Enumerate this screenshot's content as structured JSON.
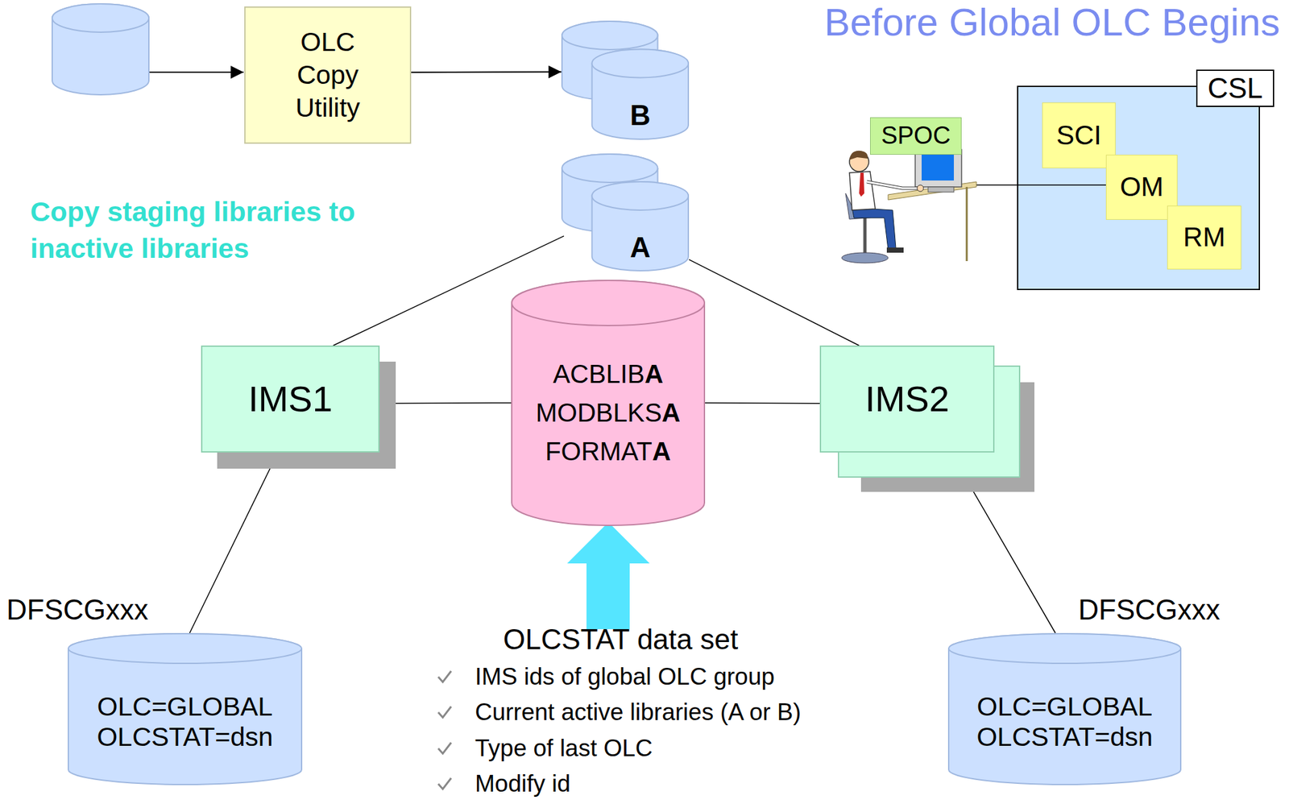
{
  "diagram": {
    "title": "Before Global OLC Begins",
    "nodes": [
      {
        "text": [
          "OLC Copy Utility"
        ]
      },
      {
        "text": [
          "B"
        ]
      },
      {
        "text": [
          "SPOC"
        ]
      },
      {
        "text": [
          "CSL"
        ]
      },
      {
        "text": [
          "SCI"
        ],
        "in": 3
      },
      {
        "text": [
          "OM"
        ],
        "in": 3
      },
      {
        "text": [
          "RM"
        ],
        "in": 3
      },
      {
        "text": [
          "A"
        ]
      },
      {
        "text": [
          "IMS1"
        ]
      },
      {
        "text": [
          "ACBLIBA",
          "MODBLKSA",
          "FORMATA"
        ]
      },
      {
        "text": [
          "IMS2"
        ]
      },
      {
        "text": [
          "OLC=GLOBAL OLCSTAT=dsn"
        ]
      },
      {
        "text": [
          "OLC=GLOBAL OLCSTAT=dsn"
        ]
      }
    ],
    "edges": [
      {
        "from": 0,
        "to": 1,
        "arrow": "to"
      },
      {
        "from": 7,
        "to": 8,
        "arrow": "none"
      },
      {
        "from": 7,
        "to": 10,
        "arrow": "none"
      },
      {
        "from": 8,
        "to": 9,
        "arrow": "none"
      },
      {
        "from": 9,
        "to": 10,
        "arrow": "none"
      },
      {
        "from": 8,
        "to": 11,
        "arrow": "none"
      },
      {
        "from": 10,
        "to": 12,
        "arrow": "none"
      }
    ],
    "labels": [
      "Copy staging libraries to inactive libraries",
      "DFSCGxxx",
      "DFSCGxxx",
      "OLCSTAT data set",
      "IMS ids of global OLC group",
      "Current active libraries (A or B)",
      "Type of last OLC",
      "Modify id"
    ]
  }
}
